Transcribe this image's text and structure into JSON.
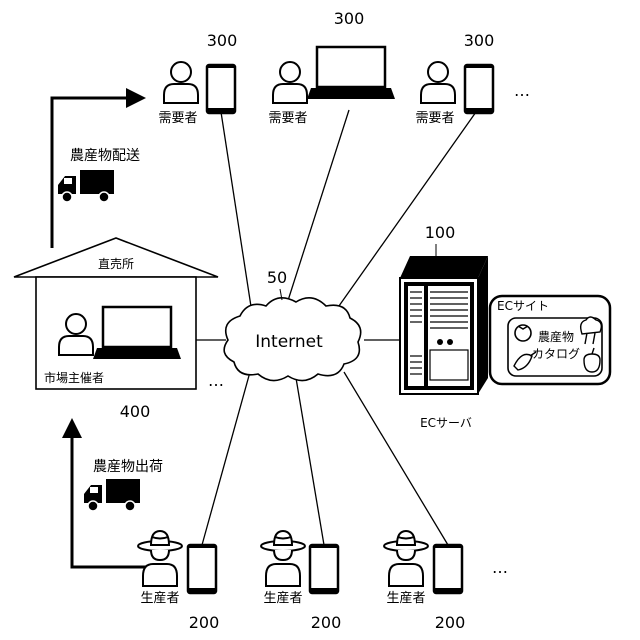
{
  "labels": {
    "consumer_num_1": "300",
    "consumer_num_2": "300",
    "consumer_num_3": "300",
    "consumer_1": "需要者",
    "consumer_2": "需要者",
    "consumer_3": "需要者",
    "delivery": "農産物配送",
    "shipping": "農産物出荷",
    "shop_title": "直売所",
    "organizer": "市場主催者",
    "shop_num": "400",
    "internet": "Internet",
    "network_num": "50",
    "server_num": "100",
    "server_label": "ECサーバ",
    "ec_site": "ECサイト",
    "catalog_line1": "農産物",
    "catalog_line2": "カタログ",
    "producer_1": "生産者",
    "producer_2": "生産者",
    "producer_3": "生産者",
    "producer_num_1": "200",
    "producer_num_2": "200",
    "producer_num_3": "200",
    "ellipsis_top": "…",
    "ellipsis_mid": "…",
    "ellipsis_bottom": "…"
  },
  "icons": {
    "person": "person-icon",
    "farmer": "farmer-icon",
    "phone": "smartphone-icon",
    "laptop": "laptop-icon",
    "truck": "truck-icon",
    "server": "server-icon",
    "cloud": "cloud-icon"
  }
}
